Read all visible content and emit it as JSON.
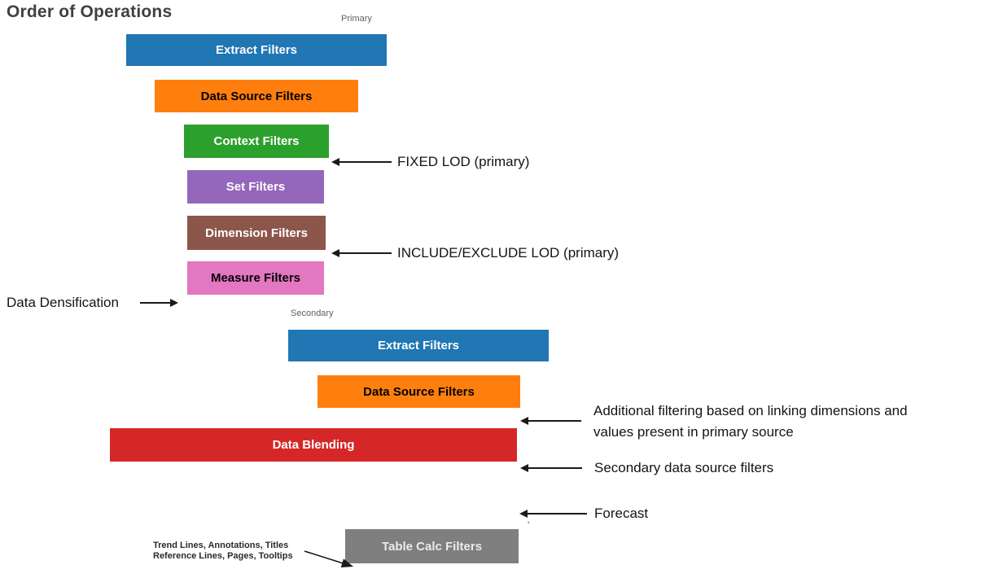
{
  "title": "Order of Operations",
  "section_labels": {
    "primary": "Primary",
    "secondary": "Secondary"
  },
  "boxes": [
    {
      "name": "extract-filters-primary",
      "label": "Extract Filters",
      "color": "#2077b4",
      "text_color": "#ffffff"
    },
    {
      "name": "data-source-filters-primary",
      "label": "Data Source Filters",
      "color": "#ff7f0e",
      "text_color": "#000000"
    },
    {
      "name": "context-filters",
      "label": "Context Filters",
      "color": "#2ca02c",
      "text_color": "#ffffff"
    },
    {
      "name": "set-filters",
      "label": "Set Filters",
      "color": "#9467bd",
      "text_color": "#ffffff"
    },
    {
      "name": "dimension-filters",
      "label": "Dimension Filters",
      "color": "#8c564b",
      "text_color": "#ffffff"
    },
    {
      "name": "measure-filters",
      "label": "Measure Filters",
      "color": "#e377c2",
      "text_color": "#000000"
    },
    {
      "name": "extract-filters-secondary",
      "label": "Extract Filters",
      "color": "#2077b4",
      "text_color": "#ffffff"
    },
    {
      "name": "data-source-filters-secondary",
      "label": "Data Source Filters",
      "color": "#ff7f0e",
      "text_color": "#000000"
    },
    {
      "name": "data-blending",
      "label": "Data Blending",
      "color": "#d62728",
      "text_color": "#ffffff"
    },
    {
      "name": "table-calc-filters",
      "label": "Table Calc Filters",
      "color": "#7f7f7f",
      "text_color": "#ebebeb"
    }
  ],
  "annotations": {
    "fixed_lod": "FIXED LOD (primary)",
    "include_exclude_lod": "INCLUDE/EXCLUDE LOD (primary)",
    "data_densification": "Data Densification",
    "additional_filtering_line1": "Additional filtering based on linking dimensions and",
    "additional_filtering_line2": "values present in primary source",
    "secondary_data_source_filters": "Secondary data source filters",
    "forecast": "Forecast",
    "trend_lines_line1": "Trend Lines, Annotations, Titles",
    "trend_lines_line2": "Reference Lines, Pages, Tooltips",
    "stray_mark": "'"
  }
}
